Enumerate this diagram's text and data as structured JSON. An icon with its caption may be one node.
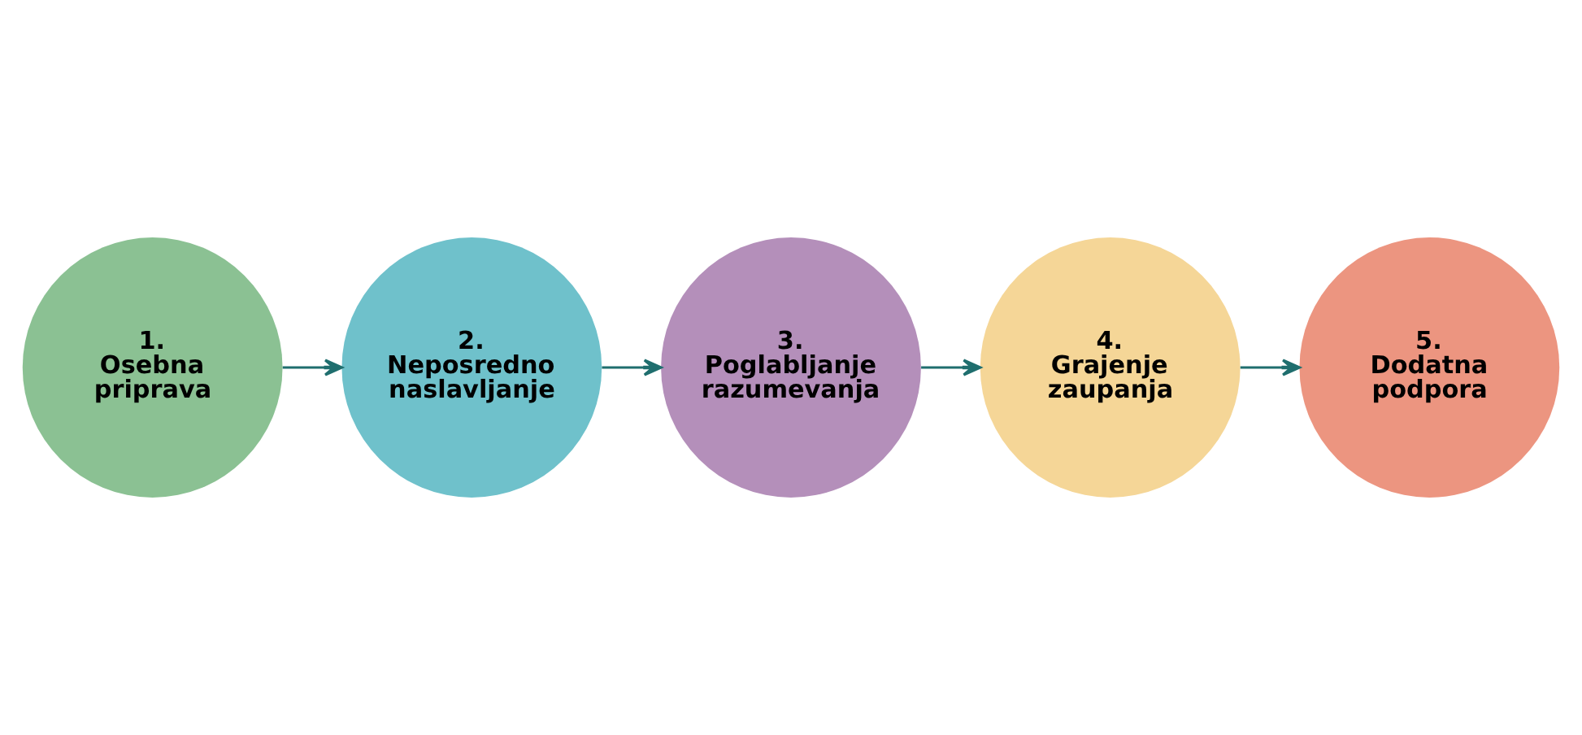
{
  "diagram": {
    "nodes": [
      {
        "text": [
          "1.",
          "Osebna priprava"
        ]
      },
      {
        "text": [
          "2.",
          "Neposredno naslavljanje"
        ]
      },
      {
        "text": [
          "3.",
          "Poglabljanje razumevanja"
        ]
      },
      {
        "text": [
          "4.",
          "Grajenje zaupanja"
        ]
      },
      {
        "text": [
          "5.",
          "Dodatna podpora"
        ]
      }
    ],
    "edges": [
      {
        "from": 0,
        "to": 1,
        "arrow": "to"
      },
      {
        "from": 1,
        "to": 2,
        "arrow": "to"
      },
      {
        "from": 2,
        "to": 3,
        "arrow": "to"
      },
      {
        "from": 3,
        "to": 4,
        "arrow": "to"
      }
    ]
  }
}
